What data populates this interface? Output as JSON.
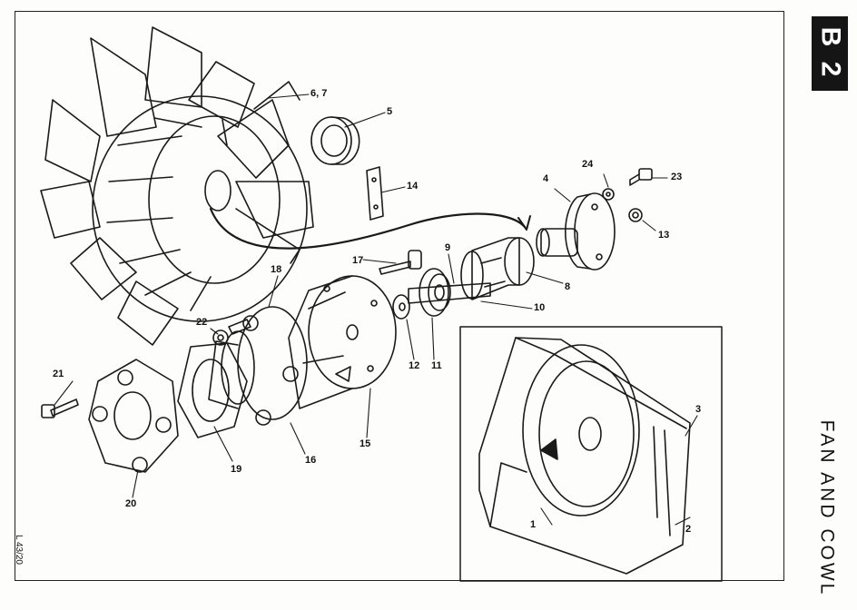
{
  "section_badge": "B 2",
  "title": "FAN AND COWL",
  "drawing_ref": "L 43/20",
  "labels": {
    "p1": "1",
    "p2": "2",
    "p3": "3",
    "p4": "4",
    "p5": "5",
    "p6_7": "6, 7",
    "p8": "8",
    "p9": "9",
    "p10": "10",
    "p11": "11",
    "p12": "12",
    "p13": "13",
    "p14": "14",
    "p15": "15",
    "p16": "16",
    "p17": "17",
    "p18": "18",
    "p19": "19",
    "p20": "20",
    "p21": "21",
    "p22": "22",
    "p23": "23",
    "p24": "24"
  }
}
